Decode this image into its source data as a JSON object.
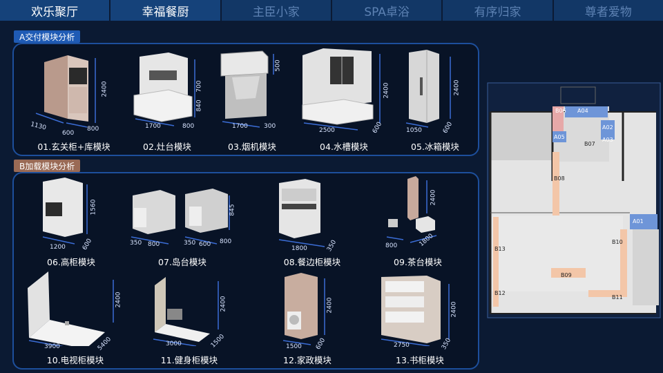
{
  "tabs": [
    {
      "label": "欢乐聚厅",
      "active": true
    },
    {
      "label": "幸福餐厨",
      "active": true
    },
    {
      "label": "主臣小家",
      "active": false
    },
    {
      "label": "SPA卓浴",
      "active": false
    },
    {
      "label": "有序归家",
      "active": false
    },
    {
      "label": "尊者爱物",
      "active": false
    }
  ],
  "section_a": {
    "title": "A交付模块分析",
    "color": "#1f5bb5"
  },
  "section_b": {
    "title": "B加载模块分析",
    "color": "#9a6a55"
  },
  "modules_a": [
    {
      "caption": "01.玄关柜+库模块",
      "dims": [
        "1130",
        "600",
        "800",
        "2400"
      ]
    },
    {
      "caption": "02.灶台模块",
      "dims": [
        "1700",
        "800",
        "700",
        "840"
      ]
    },
    {
      "caption": "03.烟机模块",
      "dims": [
        "1700",
        "300",
        "500"
      ]
    },
    {
      "caption": "04.水槽模块",
      "dims": [
        "2500",
        "600",
        "2400"
      ]
    },
    {
      "caption": "05.冰箱模块",
      "dims": [
        "1050",
        "600",
        "2400"
      ]
    }
  ],
  "modules_b": [
    {
      "caption": "06.高柜模块",
      "dims": [
        "1200",
        "600",
        "1560"
      ]
    },
    {
      "caption": "07.岛台模块",
      "dims": [
        "350",
        "800",
        "350",
        "600",
        "800",
        "845"
      ]
    },
    {
      "caption": "08.餐边柜模块",
      "dims": [
        "1800",
        "350"
      ]
    },
    {
      "caption": "09.茶台模块",
      "dims": [
        "800",
        "1800",
        "2400"
      ]
    },
    {
      "caption": "10.电视柜模块",
      "dims": [
        "3900",
        "5400",
        "2400"
      ]
    },
    {
      "caption": "11.健身柜模块",
      "dims": [
        "3000",
        "1500",
        "2400"
      ]
    },
    {
      "caption": "12.家政模块",
      "dims": [
        "1500",
        "600",
        "2400"
      ]
    },
    {
      "caption": "13.书柜模块",
      "dims": [
        "2750",
        "350",
        "2400"
      ]
    }
  ],
  "floorplan": {
    "labels": [
      "A04",
      "B06",
      "A02",
      "A03",
      "A05",
      "B07",
      "B08",
      "A01",
      "B13",
      "B10",
      "B09",
      "B12",
      "B11"
    ]
  }
}
